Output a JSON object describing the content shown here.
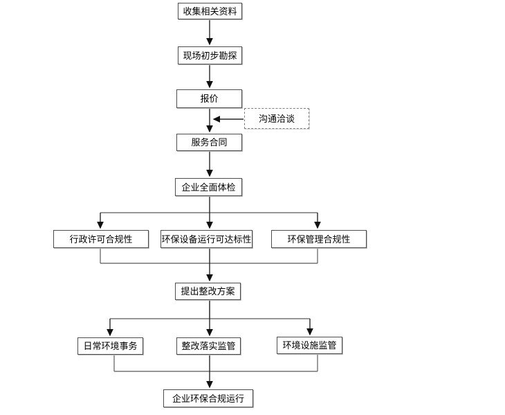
{
  "diagram": {
    "type": "flowchart",
    "background": "#ffffff",
    "colors": {
      "line": "#595959",
      "arrow_line": "#262626",
      "arrowhead": "#111111",
      "box_border": "#4d4d4d",
      "dashed_box_border": "#7d7d7d",
      "text": "#000000",
      "shadow": "#bdbdbd"
    },
    "nodes": {
      "collect": {
        "label": "收集相关资料",
        "style": "solid"
      },
      "survey": {
        "label": "现场初步勘探",
        "style": "solid"
      },
      "quote": {
        "label": "报价",
        "style": "solid"
      },
      "negotiate": {
        "label": "沟通洽谈",
        "style": "dashed"
      },
      "contract": {
        "label": "服务合同",
        "style": "solid"
      },
      "checkup": {
        "label": "企业全面体检",
        "style": "solid"
      },
      "admin": {
        "label": "行政许可合规性",
        "style": "solid"
      },
      "equipment": {
        "label": "环保设备运行可达标性",
        "style": "solid"
      },
      "management": {
        "label": "环保管理合规性",
        "style": "solid"
      },
      "plan": {
        "label": "提出整改方案",
        "style": "solid"
      },
      "daily": {
        "label": "日常环境事务",
        "style": "solid"
      },
      "rectify": {
        "label": "整改落实监管",
        "style": "solid"
      },
      "facility": {
        "label": "环境设施监管",
        "style": "solid"
      },
      "final": {
        "label": "企业环保合规运行",
        "style": "solid"
      }
    },
    "edges": [
      {
        "from": "收集相关资料",
        "to": "现场初步勘探"
      },
      {
        "from": "现场初步勘探",
        "to": "报价"
      },
      {
        "from": "报价",
        "to": "服务合同"
      },
      {
        "from": "沟通洽谈",
        "to": "服务合同"
      },
      {
        "from": "服务合同",
        "to": "企业全面体检"
      },
      {
        "from": "企业全面体检",
        "to": "行政许可合规性"
      },
      {
        "from": "企业全面体检",
        "to": "环保设备运行可达标性"
      },
      {
        "from": "企业全面体检",
        "to": "环保管理合规性"
      },
      {
        "from": "行政许可合规性",
        "to": "提出整改方案"
      },
      {
        "from": "环保设备运行可达标性",
        "to": "提出整改方案"
      },
      {
        "from": "环保管理合规性",
        "to": "提出整改方案"
      },
      {
        "from": "提出整改方案",
        "to": "日常环境事务"
      },
      {
        "from": "提出整改方案",
        "to": "整改落实监管"
      },
      {
        "from": "提出整改方案",
        "to": "环境设施监管"
      },
      {
        "from": "日常环境事务",
        "to": "企业环保合规运行"
      },
      {
        "from": "整改落实监管",
        "to": "企业环保合规运行"
      },
      {
        "from": "环境设施监管",
        "to": "企业环保合规运行"
      }
    ]
  }
}
